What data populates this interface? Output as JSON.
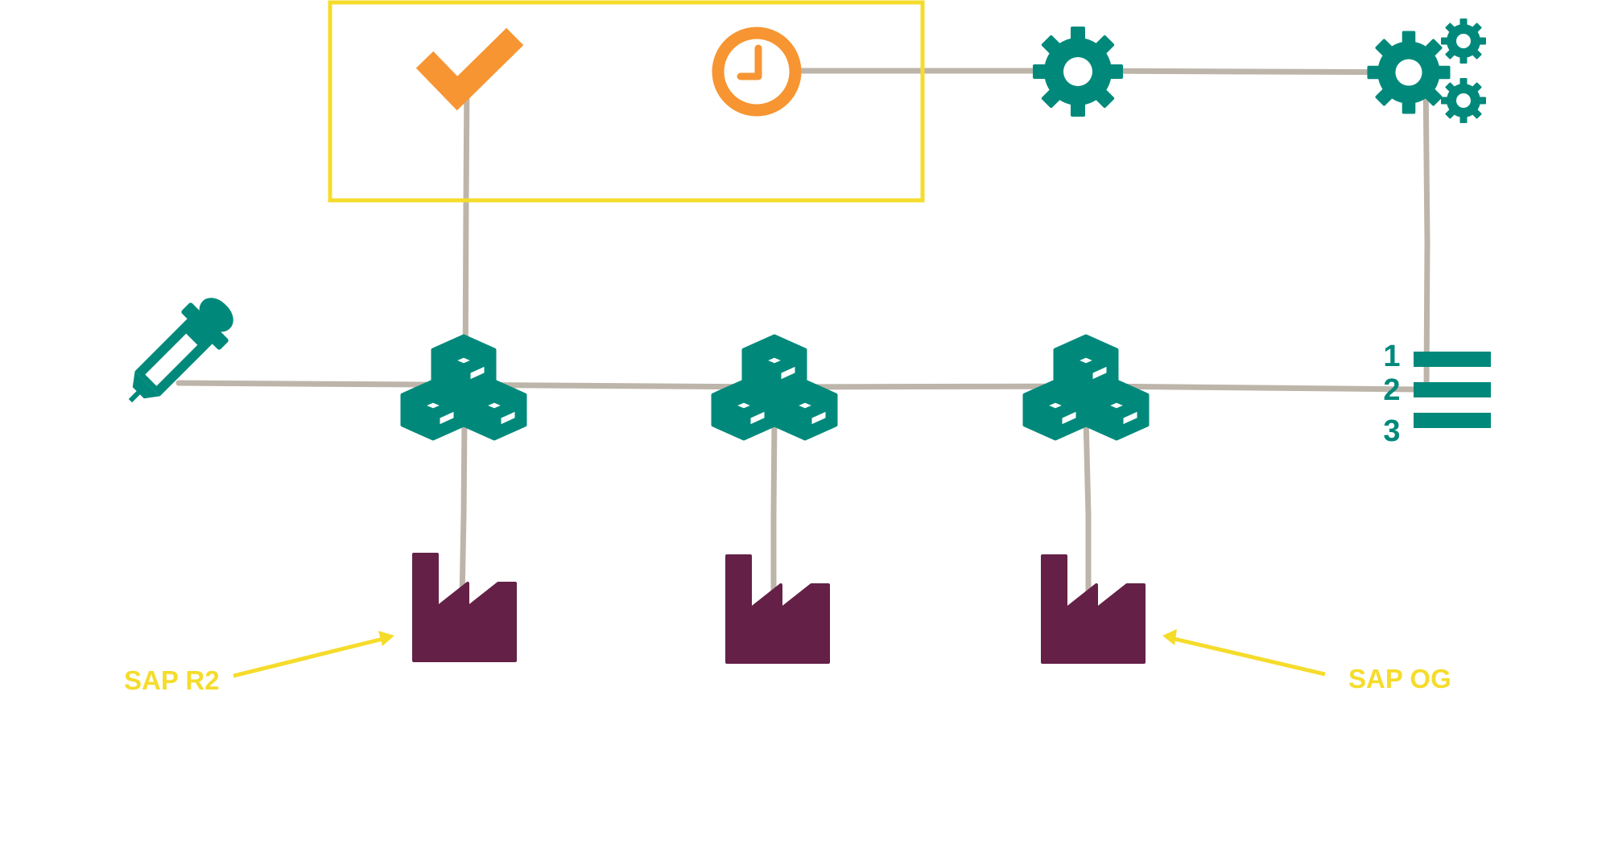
{
  "colors": {
    "background": "#ffffff",
    "connector": "#bdb5aa",
    "teal": "#00897b",
    "orange": "#f79532",
    "factory": "#642046",
    "highlight": "#f5dc2b"
  },
  "nodes": [
    {
      "id": "check",
      "icon": "check-icon"
    },
    {
      "id": "clock",
      "icon": "clock-icon"
    },
    {
      "id": "gear",
      "icon": "gear-icon"
    },
    {
      "id": "gears",
      "icon": "gears-icon"
    },
    {
      "id": "dropper",
      "icon": "eyedropper-icon"
    },
    {
      "id": "cubes-1",
      "icon": "cubes-icon"
    },
    {
      "id": "cubes-2",
      "icon": "cubes-icon"
    },
    {
      "id": "cubes-3",
      "icon": "cubes-icon"
    },
    {
      "id": "numbered-list",
      "icon": "numbered-list-icon",
      "numbers": [
        "1",
        "2",
        "3"
      ]
    },
    {
      "id": "factory-1",
      "icon": "factory-icon"
    },
    {
      "id": "factory-2",
      "icon": "factory-icon"
    },
    {
      "id": "factory-3",
      "icon": "factory-icon"
    }
  ],
  "annotations": {
    "left": "SAP R2",
    "right": "SAP OG"
  }
}
